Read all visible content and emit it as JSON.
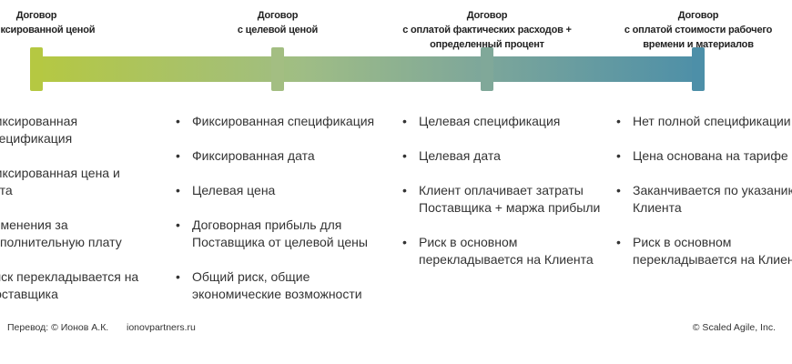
{
  "columns": [
    {
      "title_line1": "Договор",
      "title_line2": "с фиксированной ценой",
      "title_line3": "",
      "tick_color": "#b5c842",
      "items": [
        "Фиксированная спецификация",
        "Фиксированная цена и дата",
        "Изменения за дополнительную плату",
        "Риск перекладывается на Поставщика"
      ]
    },
    {
      "title_line1": "Договор",
      "title_line2": "с целевой ценой",
      "title_line3": "",
      "tick_color": "#a3be82",
      "items": [
        "Фиксированная спецификация",
        "Фиксированная дата",
        "Целевая цена",
        "Договорная прибыль для Поставщика от целевой цены",
        "Общий риск, общие экономические возможности"
      ]
    },
    {
      "title_line1": "Договор",
      "title_line2": "с оплатой фактических расходов +",
      "title_line3": "определенный процент",
      "tick_color": "#80a899",
      "items": [
        "Целевая спецификация",
        "Целевая дата",
        "Клиент оплачивает затраты Поставщика + маржа прибыли",
        "Риск в основном перекладывается на Клиента"
      ]
    },
    {
      "title_line1": "Договор",
      "title_line2": "с оплатой стоимости рабочего",
      "title_line3": "времени и материалов",
      "tick_color": "#4d8fa8",
      "items": [
        "Нет полной спецификации",
        "Цена основана на тарифе",
        "Заканчивается по указанию Клиента",
        "Риск в основном перекладывается на Клиента"
      ]
    }
  ],
  "bullet": "•",
  "footer": {
    "translation": "Перевод: © Ионов А.К.",
    "site": "ionovpartners.ru",
    "copyright": "© Scaled Agile,  Inc."
  }
}
